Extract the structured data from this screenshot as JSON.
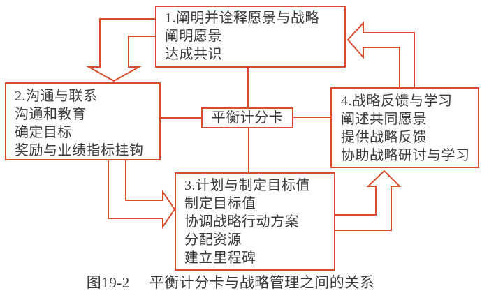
{
  "colors": {
    "accent_red": "#db4c2c",
    "text": "#3a3a3a",
    "background": "#ffffff"
  },
  "diagram": {
    "center_node": {
      "label": "平衡计分卡"
    },
    "nodes": {
      "box1": {
        "lines": [
          "1.阐明并诠释愿景与战略",
          "阐明愿景",
          "达成共识"
        ]
      },
      "box2": {
        "lines": [
          "2.沟通与联系",
          "沟通和教育",
          "确定目标",
          "奖励与业绩指标挂钩"
        ]
      },
      "box3": {
        "lines": [
          "3.计划与制定目标值",
          "制定目标值",
          "协调战略行动方案",
          "分配资源",
          "建立里程碑"
        ]
      },
      "box4": {
        "lines": [
          "4.战略反馈与学习",
          "阐述共同愿景",
          "提供战略反馈",
          "协助战略研讨与学习"
        ]
      }
    },
    "flows": [
      {
        "from": "box1",
        "to": "box2"
      },
      {
        "from": "box2",
        "to": "box3"
      },
      {
        "from": "box3",
        "to": "box4"
      },
      {
        "from": "box4",
        "to": "box1"
      }
    ],
    "caption": {
      "number": "图19-2",
      "title": "平衡计分卡与战略管理之间的关系"
    }
  }
}
